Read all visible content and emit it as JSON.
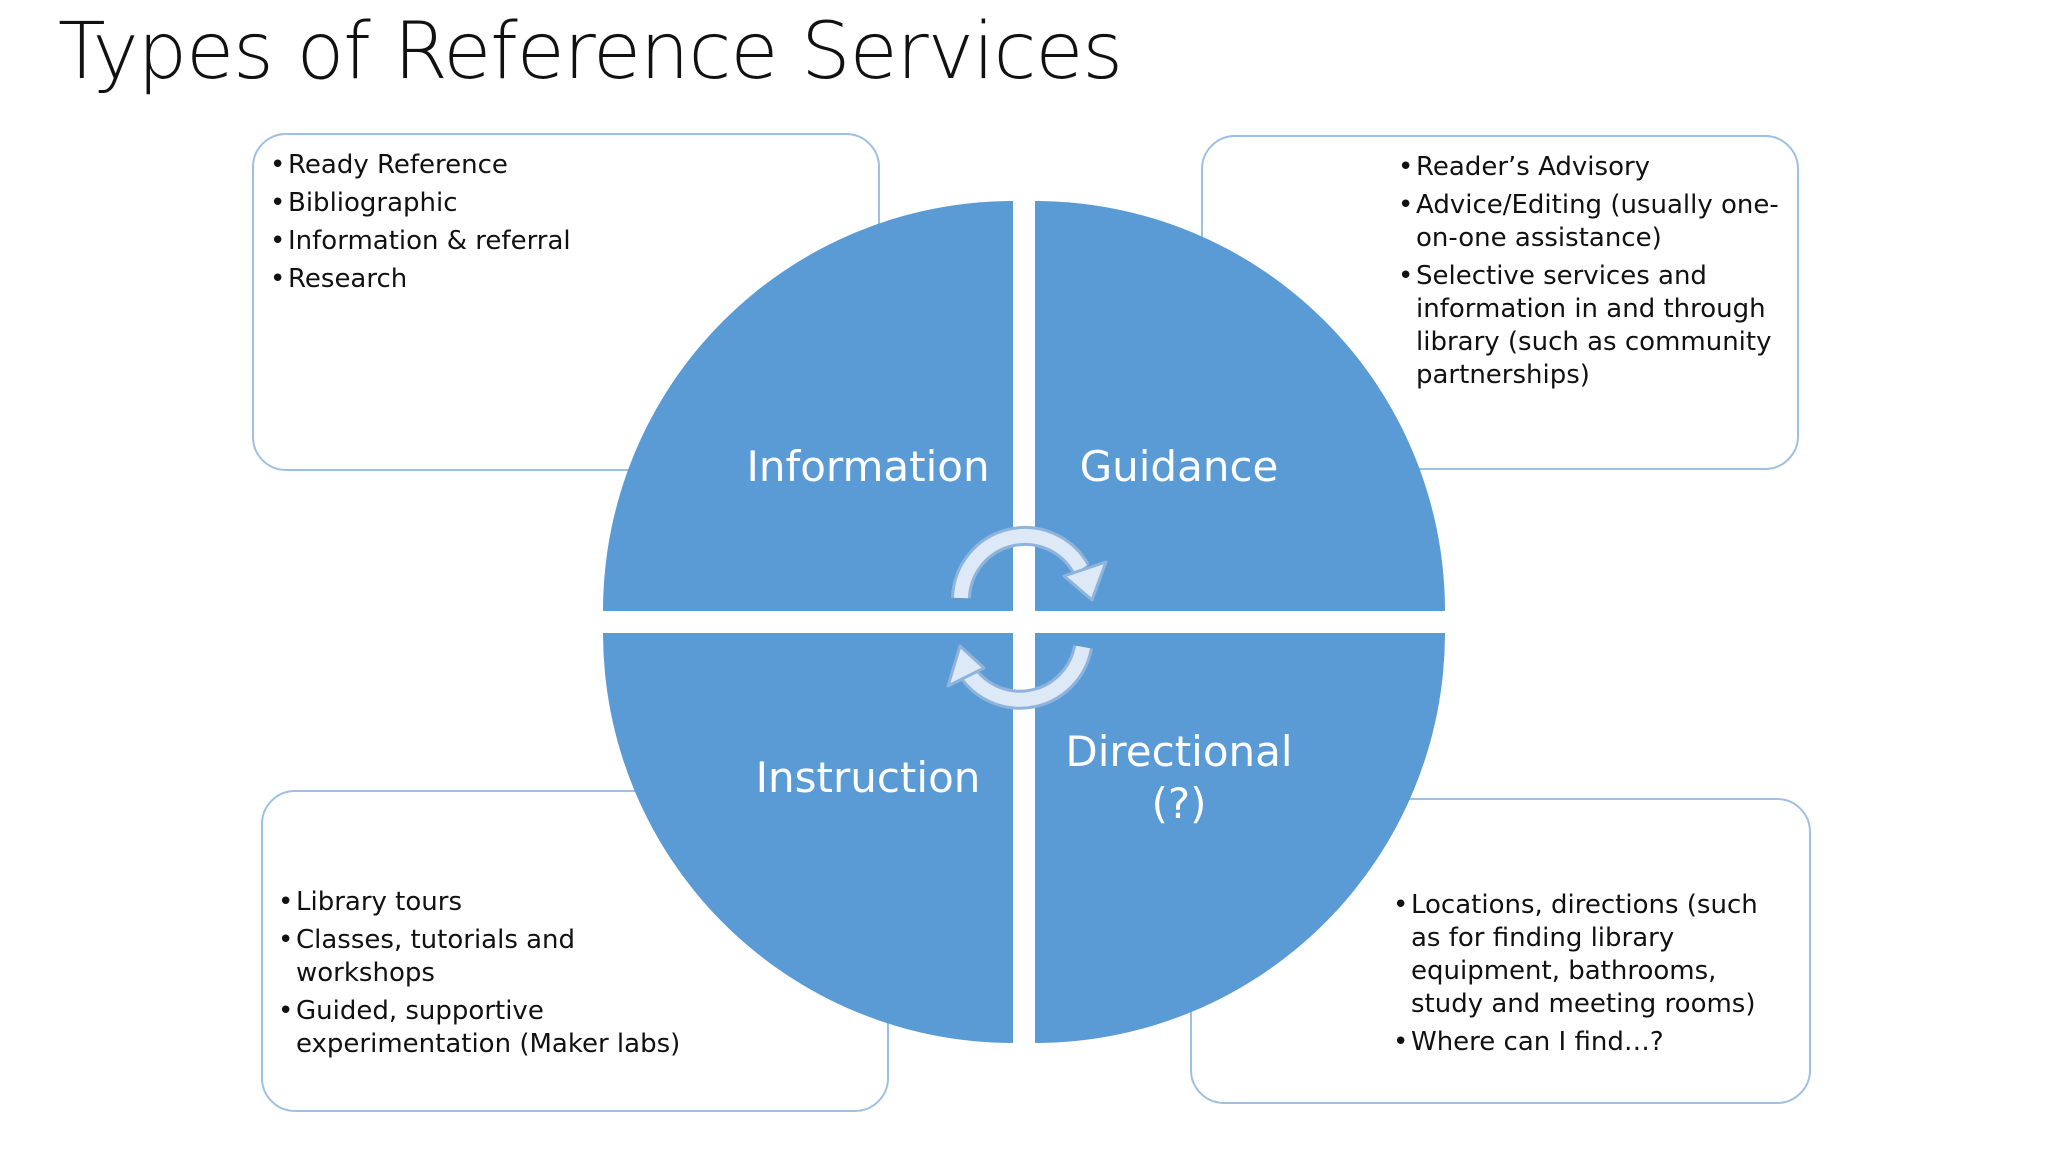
{
  "title": "Types of Reference Services",
  "colors": {
    "quadrant_fill": "#5b9bd5",
    "box_border": "#9dc0e4",
    "arrow_fill": "#dde9f6",
    "arrow_stroke": "#8fb4dc",
    "text": "#111111"
  },
  "quadrants": {
    "information": "Information",
    "guidance": "Guidance",
    "instruction": "Instruction",
    "directional_line1": "Directional",
    "directional_line2": "(?)"
  },
  "lists": {
    "information": [
      "Ready Reference",
      "Bibliographic",
      "Information & referral",
      "Research"
    ],
    "guidance": [
      "Reader’s Advisory",
      "Advice/Editing (usually one-on-one assistance)",
      "Selective services and information in and through library (such as community partnerships)"
    ],
    "instruction": [
      "Library tours",
      "Classes, tutorials and workshops",
      "Guided, supportive experimentation (Maker labs)"
    ],
    "directional": [
      "Locations, directions (such as for finding library equipment, bathrooms, study and meeting rooms)",
      "Where can I find…?"
    ]
  },
  "icons": [
    "cycle-arrow-icon",
    "cycle-arrow-icon"
  ]
}
